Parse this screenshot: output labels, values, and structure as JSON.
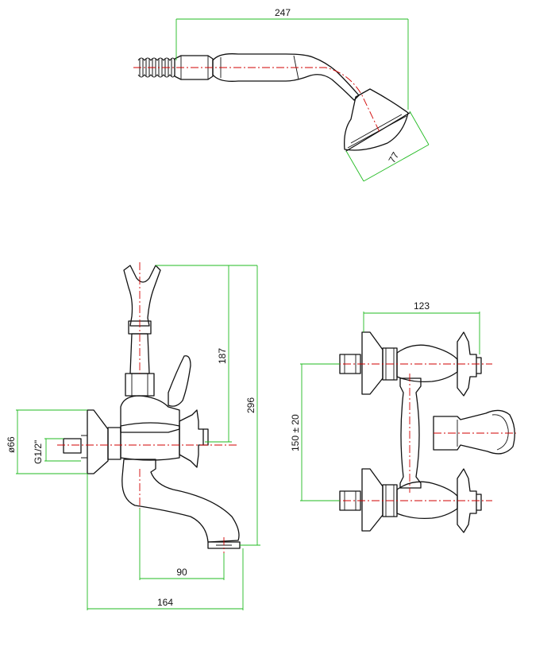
{
  "dimensions": {
    "handshower_length": "247",
    "head_diameter": "77",
    "cradle_height": "187",
    "total_height": "296",
    "flange_diameter": "ø66",
    "thread": "G1/2\"",
    "spout_projection": "90",
    "total_projection": "164",
    "body_width": "123",
    "centres": "150 ± 20"
  },
  "colors": {
    "outline": "#111111",
    "dimension": "#22bb22",
    "centerline": "#d00000"
  }
}
